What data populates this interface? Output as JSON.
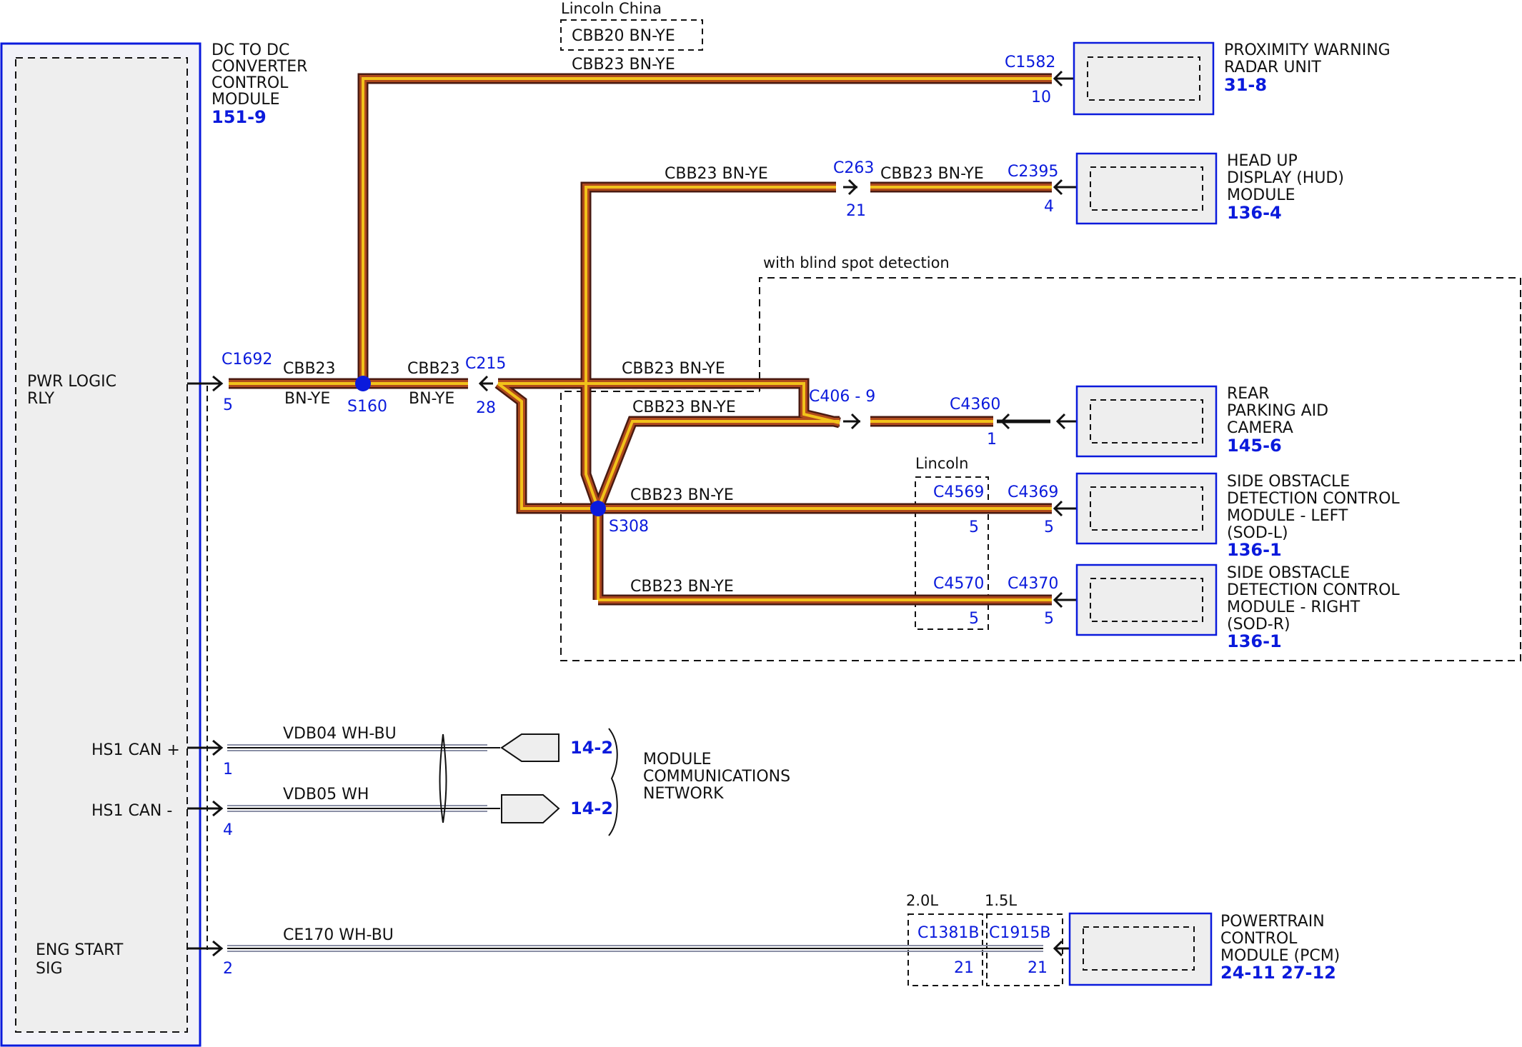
{
  "colors": {
    "wire_bn_ye_outer": "#4a1a10",
    "wire_bn_ye_brown": "#b04a1c",
    "wire_bn_ye_yellow": "#f2c21a",
    "connector_blue": "#0a1adc",
    "splice": "#0a1adc",
    "box_fill": "#eeeeee"
  },
  "dc_module": {
    "name_lines": [
      "DC TO DC",
      "CONVERTER",
      "CONTROL",
      "MODULE"
    ],
    "ref": "151-9"
  },
  "pins": {
    "pwr_logic": [
      "PWR LOGIC",
      "RLY"
    ],
    "hs1_can_plus": "HS1 CAN +",
    "hs1_can_minus": "HS1 CAN -",
    "eng_start": [
      "ENG START",
      "SIG"
    ]
  },
  "splices": {
    "s160": "S160",
    "s308": "S308"
  },
  "connectors": {
    "c1692": "C1692",
    "c1692_pin": "5",
    "c215": "C215",
    "c215_pin": "28",
    "c1582": "C1582",
    "c1582_pin": "10",
    "c263": "C263",
    "c263_pin": "21",
    "c2395": "C2395",
    "c2395_pin": "4",
    "c406": "C406 - 9",
    "c4360": "C4360",
    "c4360_pin": "1",
    "c4569": "C4569",
    "c4569_pin": "5",
    "c4369": "C4369",
    "c4369_pin": "5",
    "c4570": "C4570",
    "c4570_pin": "5",
    "c4370": "C4370",
    "c4370_pin": "5",
    "pin1": "1",
    "pin4": "4",
    "pin2": "2",
    "c1381b": "C1381B",
    "c1381b_pin": "21",
    "c1915b": "C1915B",
    "c1915b_pin": "21"
  },
  "wires": {
    "cbb23": "CBB23",
    "bnye": "BN-YE",
    "cbb23_bnye": "CBB23   BN-YE",
    "cbb20_bnye": "CBB20   BN-YE",
    "vdb04": "VDB04    WH-BU",
    "vdb05": "VDB05     WH",
    "ce170": "CE170   WH-BU"
  },
  "notes": {
    "lincoln_china": "Lincoln China",
    "blind_spot": "with blind spot detection",
    "lincoln": "Lincoln",
    "l20": "2.0L",
    "l15": "1.5L"
  },
  "components": {
    "proximity": {
      "lines": [
        "PROXIMITY WARNING",
        "RADAR UNIT"
      ],
      "ref": "31-8"
    },
    "hud": {
      "lines": [
        "HEAD UP",
        "DISPLAY (HUD)",
        "MODULE"
      ],
      "ref": "136-4"
    },
    "camera": {
      "lines": [
        "REAR",
        "PARKING AID",
        "CAMERA"
      ],
      "ref": "145-6"
    },
    "sod_l": {
      "lines": [
        "SIDE OBSTACLE",
        "DETECTION CONTROL",
        "MODULE - LEFT",
        "(SOD-L)"
      ],
      "ref": "136-1"
    },
    "sod_r": {
      "lines": [
        "SIDE OBSTACLE",
        "DETECTION CONTROL",
        "MODULE - RIGHT",
        "(SOD-R)"
      ],
      "ref": "136-1"
    },
    "pcm": {
      "lines": [
        "POWERTRAIN",
        "CONTROL",
        "MODULE (PCM)"
      ],
      "ref": "24-11 27-12"
    }
  },
  "network": {
    "ref_plus": "14-2",
    "ref_minus": "14-2",
    "lines": [
      "MODULE",
      "COMMUNICATIONS",
      "NETWORK"
    ]
  }
}
